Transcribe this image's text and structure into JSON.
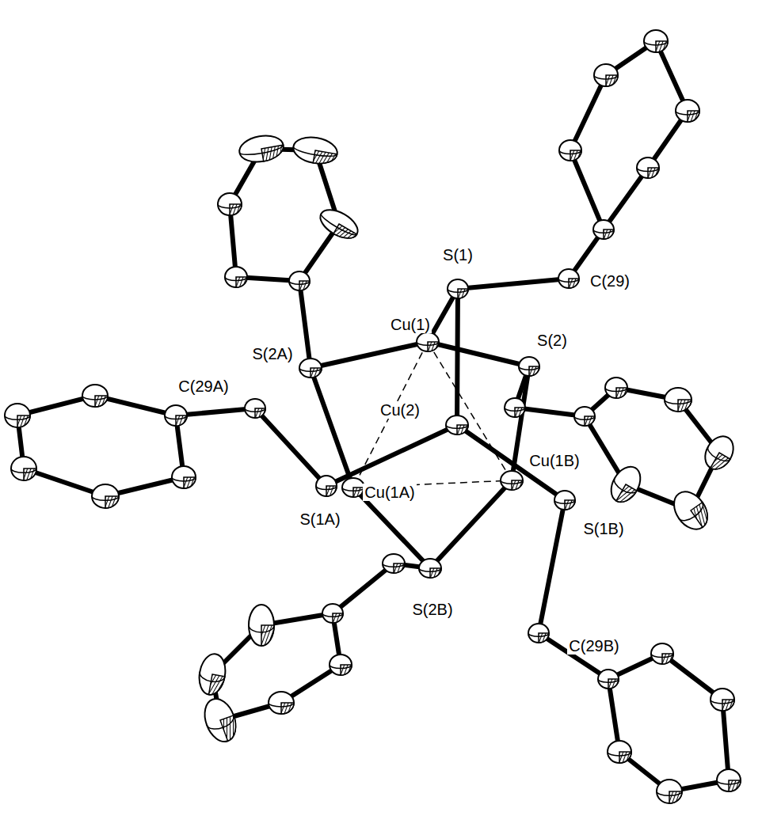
{
  "diagram": {
    "labels": [
      "S(1)",
      "C(29)",
      "Cu(1)",
      "S(2)",
      "S(2A)",
      "C(29A)",
      "Cu(2)",
      "Cu(1B)",
      "S(1A)",
      "Cu(1A)",
      "S(1B)",
      "S(2B)",
      "C(29B)"
    ]
  }
}
